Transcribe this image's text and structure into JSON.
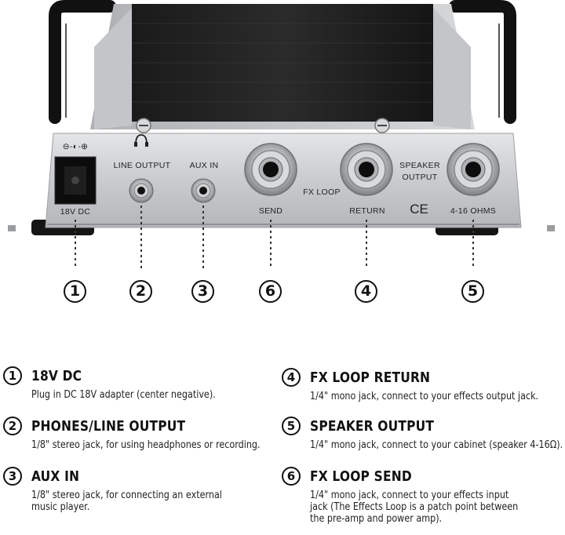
{
  "panel": {
    "dc_symbol": "⊖-◐-⊕",
    "dc_label": "18V DC",
    "line_output_label": "LINE OUTPUT",
    "aux_in_label": "AUX IN",
    "fx_loop_label": "FX LOOP",
    "send_label": "SEND",
    "return_label": "RETURN",
    "speaker_output_label_1": "SPEAKER",
    "speaker_output_label_2": "OUTPUT",
    "ce_mark": "CE",
    "ohms_label": "4-16 OHMS"
  },
  "markers": [
    "1",
    "2",
    "3",
    "6",
    "4",
    "5"
  ],
  "legend": [
    {
      "num": "1",
      "title": "18V DC",
      "desc": [
        "Plug in DC 18V adapter (center negative)."
      ]
    },
    {
      "num": "2",
      "title": "PHONES/LINE OUTPUT",
      "desc": [
        "1/8\" stereo jack, for using headphones or recording."
      ]
    },
    {
      "num": "3",
      "title": "AUX IN",
      "desc": [
        "1/8\" stereo jack, for connecting an external",
        "music player."
      ]
    },
    {
      "num": "4",
      "title": "FX LOOP RETURN",
      "desc": [
        "1/4\" mono jack, connect to your effects output jack."
      ]
    },
    {
      "num": "5",
      "title": "SPEAKER OUTPUT",
      "desc": [
        "1/4\" mono jack, connect to your cabinet (speaker 4-16Ω)."
      ]
    },
    {
      "num": "6",
      "title": "FX LOOP SEND",
      "desc": [
        "1/4\" mono jack, connect to your effects input",
        "jack (The Effects Loop is a patch point between",
        "the pre-amp and power amp)."
      ]
    }
  ]
}
